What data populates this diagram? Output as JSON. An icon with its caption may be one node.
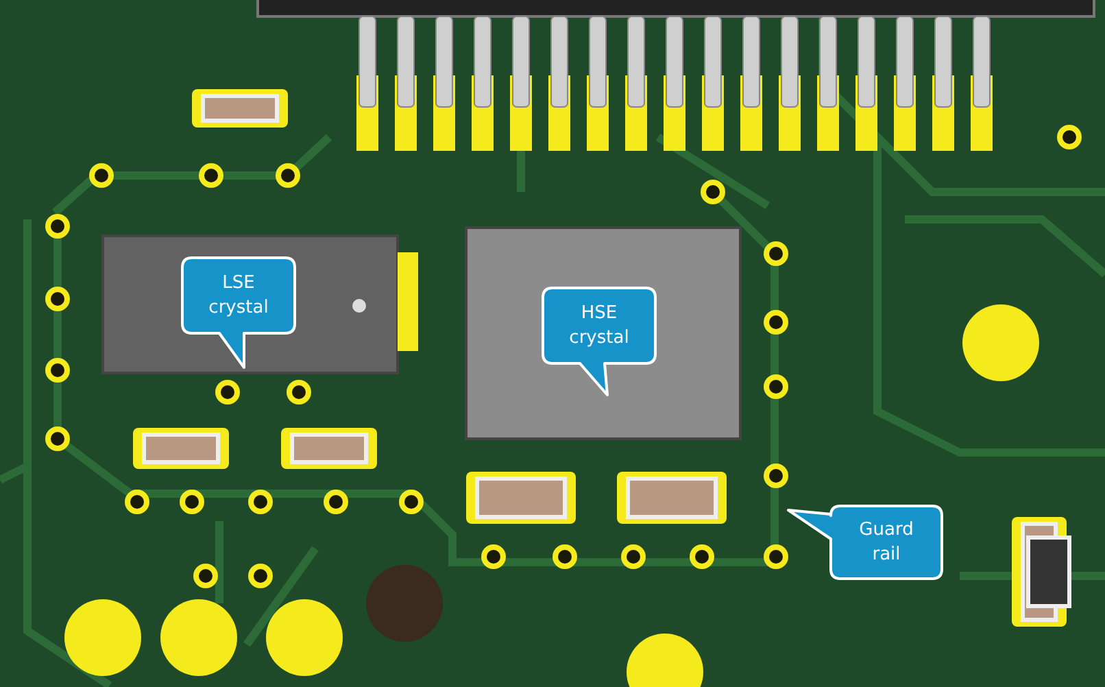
{
  "diagram": {
    "nodes": [
      {
        "text": [
          "LSE crystal"
        ]
      },
      {
        "text": [
          "HSE crystal"
        ]
      },
      {
        "text": [
          "Guard rail"
        ]
      }
    ]
  }
}
